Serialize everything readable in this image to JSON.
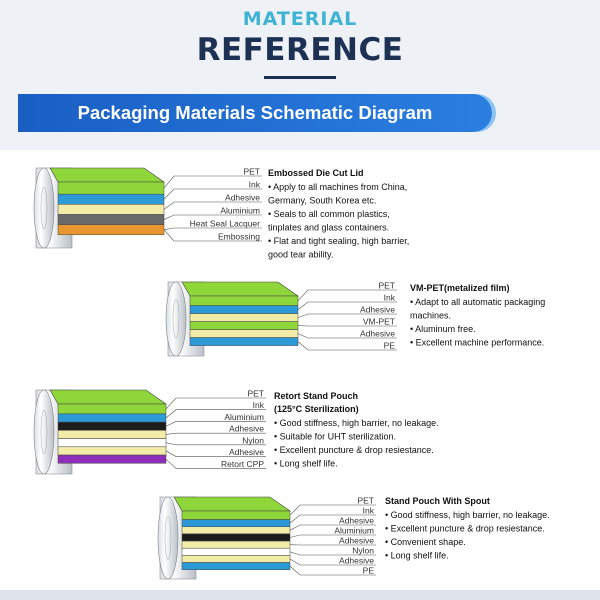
{
  "header": {
    "kicker": "MATERIAL",
    "title": "REFERENCE",
    "banner": "Packaging Materials Schematic Diagram"
  },
  "materials": [
    {
      "title": [
        "Embossed Die Cut Lid"
      ],
      "bullets": [
        [
          "Apply to all machines from China,",
          "Germany, South Korea etc."
        ],
        [
          "Seals to all common plastics,",
          "tinplates and glass containers."
        ],
        [
          "Flat and tight sealing, high barrier,",
          "good tear ability."
        ]
      ],
      "layers": [
        "PET",
        "Ink",
        "Adhesive",
        "Aluminium",
        "Heat Seal Lacquer",
        "Embossing"
      ],
      "colors": [
        "#8ed63a",
        "#2d9ad8",
        "#f2eca8",
        "#6a6a6a",
        "#e8962f"
      ]
    },
    {
      "title": [
        "VM-PET(metalized film)"
      ],
      "bullets": [
        [
          "Adapt to all automatic packaging",
          "machines."
        ],
        [
          "Aluminum free."
        ],
        [
          "Excellent machine performance."
        ]
      ],
      "layers": [
        "PET",
        "Ink",
        "Adhesive",
        "VM-PET",
        "Adhesive",
        "PE"
      ],
      "colors": [
        "#8ed63a",
        "#2d9ad8",
        "#f2eca8",
        "#8ed63a",
        "#f2eca8",
        "#2d9ad8"
      ]
    },
    {
      "title": [
        "Retort Stand Pouch",
        "(125°C Sterilization)"
      ],
      "bullets": [
        [
          "Good stiffness, high barrier, no leakage."
        ],
        [
          "Suitable for UHT sterilization."
        ],
        [
          "Excellent puncture & drop resiestance."
        ],
        [
          "Long shelf life."
        ]
      ],
      "layers": [
        "PET",
        "Ink",
        "Aluminium",
        "Adhesive",
        "Nylon",
        "Adhesive",
        "Retort CPP"
      ],
      "colors": [
        "#8ed63a",
        "#2d9ad8",
        "#1c1c1c",
        "#f2eca8",
        "#ffffff",
        "#f2eca8",
        "#8e2fb8"
      ]
    },
    {
      "title": [
        "Stand Pouch With Spout"
      ],
      "bullets": [
        [
          "Good stiffness, high barrier, no leakage."
        ],
        [
          "Excellent puncture & drop resiestance."
        ],
        [
          "Convenient shape."
        ],
        [
          "Long shelf life."
        ]
      ],
      "layers": [
        "PET",
        "Ink",
        "Adhesive",
        "Aluminium",
        "Adhesive",
        "Nylon",
        "Adhesive",
        "PE"
      ],
      "colors": [
        "#8ed63a",
        "#2d9ad8",
        "#f2eca8",
        "#1c1c1c",
        "#f2eca8",
        "#ffffff",
        "#f2eca8",
        "#2d9ad8"
      ]
    }
  ]
}
